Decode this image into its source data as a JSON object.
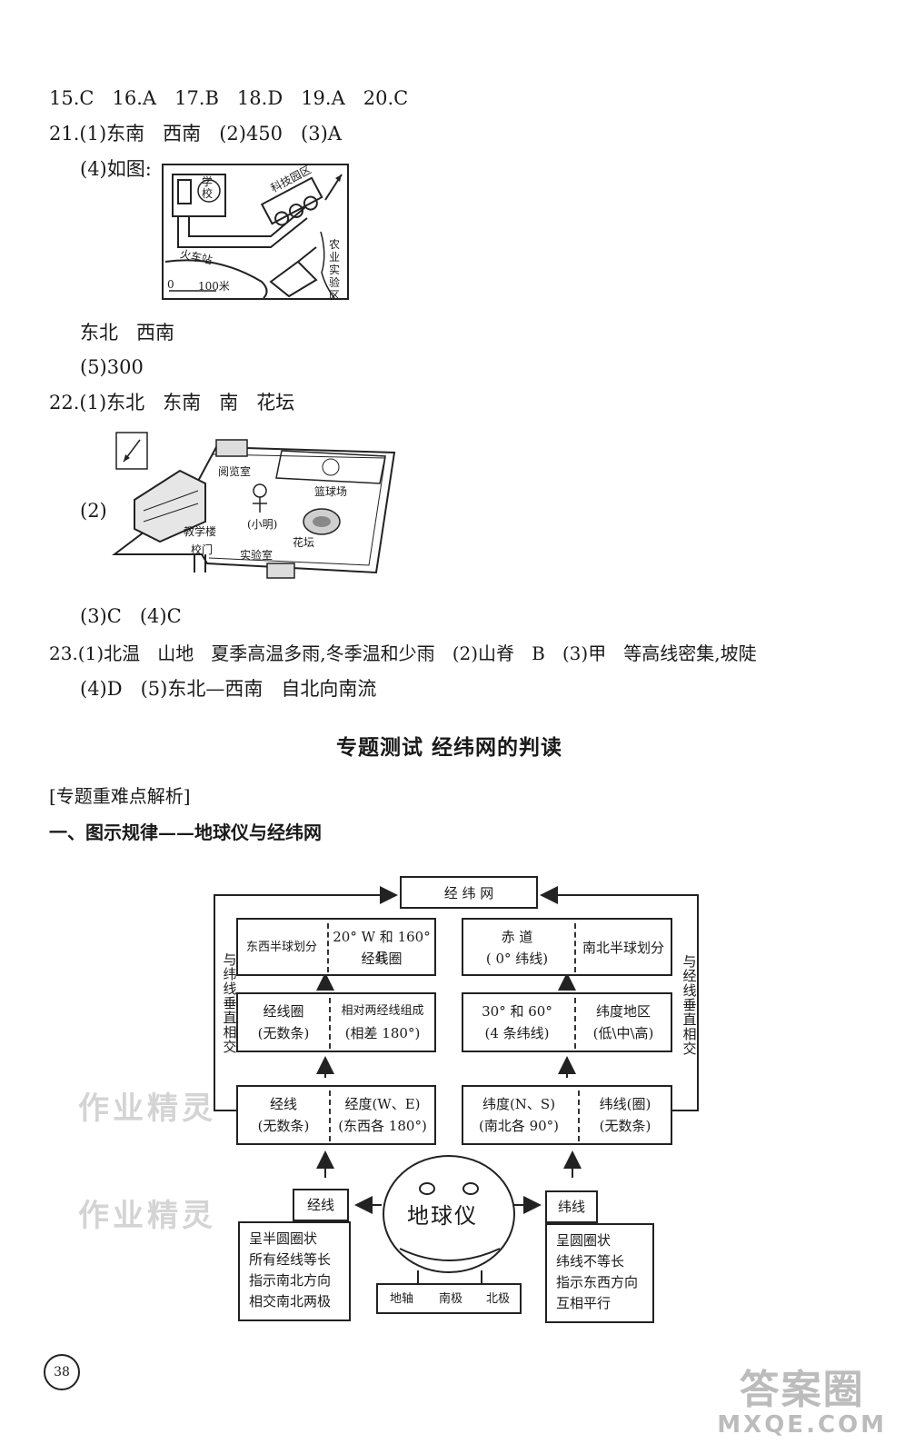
{
  "answers": {
    "row15": "15.C   16.A   17.B   18.D   19.A   20.C",
    "q21_1": "21.(1)东南   西南   (2)450   (3)A",
    "q21_4": "(4)如图:",
    "q21_4_answer": "东北   西南",
    "q21_5": "(5)300",
    "q22_1": "22.(1)东北   东南   南   花坛",
    "q22_2": "(2)",
    "q22_3": "(3)C   (4)C",
    "q23_1": "23.(1)北温   山地   夏季高温多雨,冬季温和少雨   (2)山脊   B   (3)甲   等高线密集,坡陡",
    "q23_2": "(4)D   (5)东北—西南   自北向南流"
  },
  "map1": {
    "school": "学校",
    "tech_park": "科技园区",
    "station": "火车站",
    "farm": "农业实验区",
    "scale_zero": "0",
    "scale_len": "100米"
  },
  "map2": {
    "reading": "阅览室",
    "basketball": "篮球场",
    "xiaoming": "(小明)",
    "teaching": "教学楼",
    "gate": "校门",
    "lab": "实验室",
    "flower": "花坛"
  },
  "section": {
    "title": "专题测试   经纬网的判读",
    "bracket": "[专题重难点解析]",
    "heading": "一、图示规律——地球仪与经纬网"
  },
  "diagram": {
    "top": "经    纬    网",
    "left_side": "与纬线垂直相交",
    "right_side": "与经线垂直相交",
    "l1_a": "东西半球划分",
    "l1_b1": "20° W 和 160° E",
    "l1_b2": "经线圈",
    "r1_a1": "赤    道",
    "r1_a2": "( 0° 纬线)",
    "r1_b": "南北半球划分",
    "l2_a1": "经线圈",
    "l2_a2": "(无数条)",
    "l2_b1": "相对两经线组成",
    "l2_b2": "(相差 180°)",
    "r2_a1": "30° 和 60°",
    "r2_a2": "(4 条纬线)",
    "r2_b1": "纬度地区",
    "r2_b2": "(低\\中\\高)",
    "l3_a1": "经线",
    "l3_a2": "(无数条)",
    "l3_b1": "经度(W、E)",
    "l3_b2": "(东西各 180°)",
    "r3_a1": "纬度(N、S)",
    "r3_a2": "(南北各 90°)",
    "r3_b1": "纬线(圈)",
    "r3_b2": "(无数条)",
    "jingxian": "经线",
    "weixian": "纬线",
    "globe": "地球仪",
    "base1": "地轴",
    "base2": "南极",
    "base3": "北极",
    "jx_list": [
      "呈半圆圈状",
      "所有经线等长",
      "指示南北方向",
      "相交南北两极"
    ],
    "wx_list": [
      "呈圆圈状",
      "纬线不等长",
      "指示东西方向",
      "互相平行"
    ]
  },
  "watermark": "作业精灵",
  "page_number": "38",
  "logo": {
    "text": "答案圈",
    "url": "MXQE.COM"
  }
}
